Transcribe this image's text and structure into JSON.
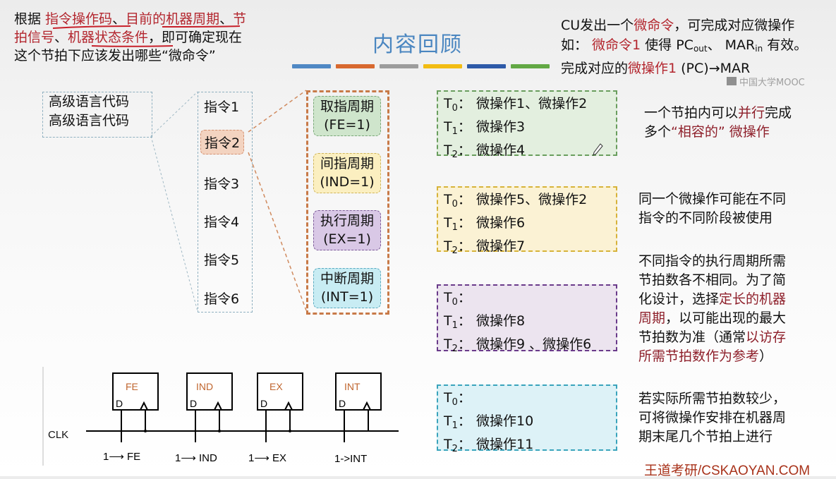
{
  "intro": {
    "lines": [
      [
        {
          "text": "根据 ",
          "style": "plain"
        },
        {
          "text": "指令操作码",
          "style": "red"
        },
        {
          "text": "、",
          "style": "plain"
        },
        {
          "text": "目前的机器周期",
          "style": "red"
        },
        {
          "text": "、",
          "style": "plain"
        },
        {
          "text": "节",
          "style": "red"
        }
      ],
      [
        {
          "text": "拍信号",
          "style": "red"
        },
        {
          "text": "、",
          "style": "plain"
        },
        {
          "text": "机器状态条件",
          "style": "red"
        },
        {
          "text": "，即可确定现在",
          "style": "plain"
        }
      ],
      [
        {
          "text": "这个节拍下应该发出哪些“微命令”",
          "style": "plain"
        }
      ]
    ]
  },
  "title": "内容回顾",
  "color_bars": [
    "#4f88c4",
    "#d8692f",
    "#9c9c9c",
    "#f2bc12",
    "#2e5aa8",
    "#62a844"
  ],
  "cu_info": {
    "line1": {
      "a": "CU发出一个",
      "b": "微命令",
      "c": "，可完成对应微操作"
    },
    "line2": {
      "a": "如：  ",
      "b": "微命令1",
      "c": " 使得 PC",
      "c_sub": "out",
      "d": "、 MAR",
      "d_sub": "in",
      "e": " 有效。"
    },
    "line3": {
      "a": "完成对应的",
      "b": "微操作1",
      "c": " (PC)→MAR"
    },
    "watermark": "中国大学MOOC"
  },
  "high_level_code": [
    "高级语言代码",
    "高级语言代码"
  ],
  "instructions": [
    "指令1",
    "指令2",
    "指令3",
    "指令4",
    "指令5",
    "指令6"
  ],
  "highlighted_instruction_index": 1,
  "cycles": [
    {
      "name": "取指周期",
      "flag": "(FE=1)"
    },
    {
      "name": "间指周期",
      "flag": "(IND=1)"
    },
    {
      "name": "执行周期",
      "flag": "(EX=1)"
    },
    {
      "name": "中断周期",
      "flag": "(INT=1)"
    }
  ],
  "timing_boxes": [
    {
      "rows": [
        {
          "t": "T",
          "i": "0",
          "ops": "微操作1、微操作2"
        },
        {
          "t": "T",
          "i": "1",
          "ops": "微操作3"
        },
        {
          "t": "T",
          "i": "2",
          "ops": "微操作4"
        }
      ]
    },
    {
      "rows": [
        {
          "t": "T",
          "i": "0",
          "ops": "微操作5、微操作2"
        },
        {
          "t": "T",
          "i": "1",
          "ops": "微操作6"
        },
        {
          "t": "T",
          "i": "2",
          "ops": "微操作7"
        }
      ]
    },
    {
      "rows": [
        {
          "t": "T",
          "i": "0",
          "ops": ""
        },
        {
          "t": "T",
          "i": "1",
          "ops": "微操作8"
        },
        {
          "t": "T",
          "i": "2",
          "ops": "微操作9 、微操作6"
        }
      ]
    },
    {
      "rows": [
        {
          "t": "T",
          "i": "0",
          "ops": ""
        },
        {
          "t": "T",
          "i": "1",
          "ops": "微操作10"
        },
        {
          "t": "T",
          "i": "2",
          "ops": "微操作11"
        }
      ]
    }
  ],
  "colon": "：",
  "notes": {
    "n1": {
      "l1a": "一个节拍内可以",
      "l1b": "并行",
      "l1c": "完成",
      "l2a": "多个",
      "l2b": "“相容的”",
      "l2c": " 微操作"
    },
    "n2": {
      "l1": "同一个微操作可能在不同",
      "l2": "指令的不同阶段被使用"
    },
    "n3": {
      "l1": "不同指令的执行周期所需",
      "l2": "节拍数各不相同。为了简",
      "l3a": "化设计，选择",
      "l3b": "定长的机器",
      "l4a": "周期",
      "l4b": "，以可能出现的最大",
      "l5a": "节拍数为准（通常",
      "l5b": "以访存",
      "l6a": "所需节拍数作为参考",
      "l6b": "）"
    },
    "n4": {
      "l1": "若实际所需节拍数较少，",
      "l2": "可将微操作安排在机器周",
      "l3": "期末尾几个节拍上进行"
    }
  },
  "circuit": {
    "clk_label": "CLK",
    "d_label": "D",
    "flipflops": [
      {
        "name": "FE",
        "input": "1⟶ FE"
      },
      {
        "name": "IND",
        "input": "1⟶ IND"
      },
      {
        "name": "EX",
        "input": "1⟶ EX"
      },
      {
        "name": "INT",
        "input": "1->INT"
      }
    ]
  },
  "brand": "王道考研/CSKAOYAN.COM"
}
